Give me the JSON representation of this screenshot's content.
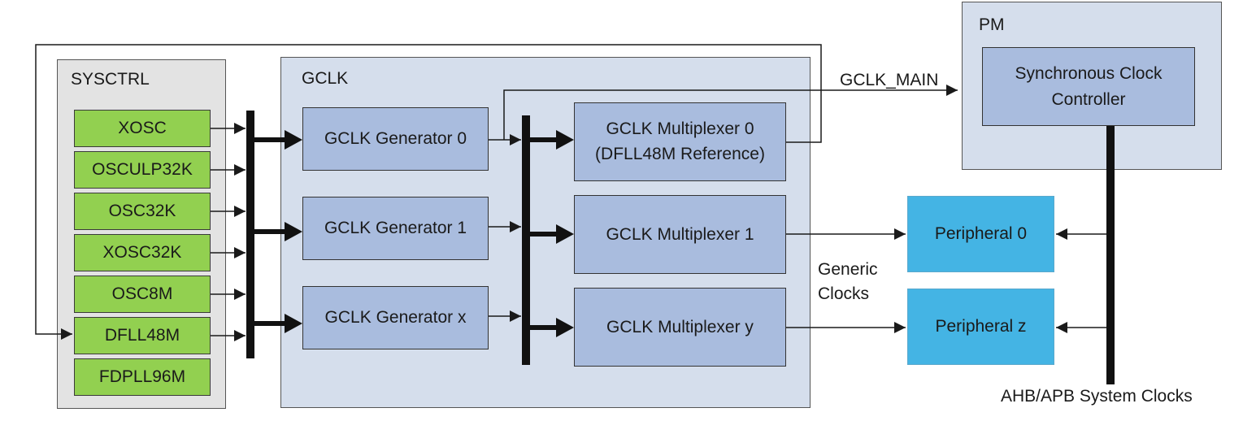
{
  "sysctrl": {
    "title": "SYSCTRL",
    "oscillators": [
      "XOSC",
      "OSCULP32K",
      "OSC32K",
      "XOSC32K",
      "OSC8M",
      "DFLL48M",
      "FDPLL96M"
    ]
  },
  "gclk": {
    "title": "GCLK",
    "generators": [
      "GCLK Generator 0",
      "GCLK Generator 1",
      "GCLK Generator x"
    ],
    "multiplexers": [
      {
        "line1": "GCLK Multiplexer 0",
        "line2": "(DFLL48M Reference)"
      },
      {
        "line1": "GCLK Multiplexer 1",
        "line2": ""
      },
      {
        "line1": "GCLK Multiplexer y",
        "line2": ""
      }
    ]
  },
  "pm": {
    "title": "PM",
    "controller_line1": "Synchronous Clock",
    "controller_line2": "Controller"
  },
  "peripherals": [
    "Peripheral 0",
    "Peripheral z"
  ],
  "labels": {
    "gclk_main": "GCLK_MAIN",
    "generic_clocks_line1": "Generic",
    "generic_clocks_line2": "Clocks",
    "system_clocks": "AHB/APB System Clocks"
  }
}
